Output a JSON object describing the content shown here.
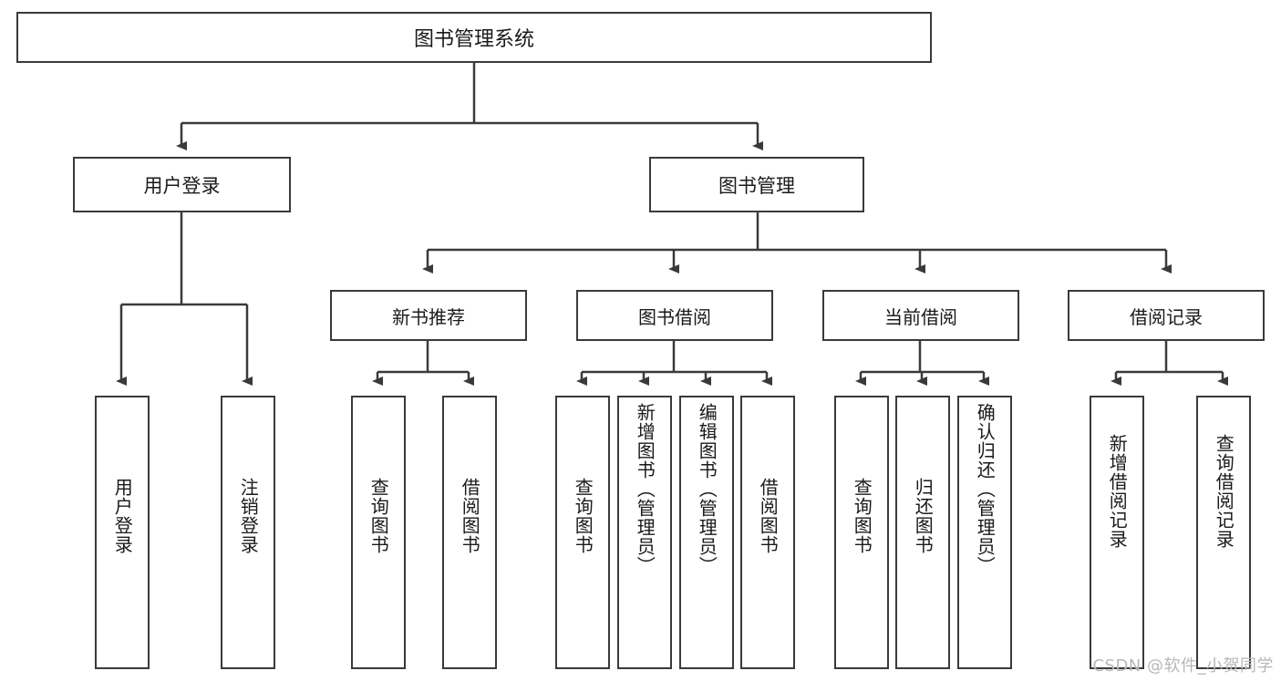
{
  "diagram": {
    "title": "图书管理系统",
    "watermark": "CSDN @软件_小贺同学",
    "root": {
      "label": "图书管理系统"
    },
    "level2": [
      {
        "label": "用户登录"
      },
      {
        "label": "图书管理"
      }
    ],
    "level3": [
      {
        "label": "新书推荐"
      },
      {
        "label": "图书借阅"
      },
      {
        "label": "当前借阅"
      },
      {
        "label": "借阅记录"
      }
    ],
    "leaves": {
      "user_login": [
        {
          "label": "用户登录"
        },
        {
          "label": "注销登录"
        }
      ],
      "new_book": [
        {
          "label": "查询图书"
        },
        {
          "label": "借阅图书"
        }
      ],
      "book_borrow": [
        {
          "label": "查询图书"
        },
        {
          "label": "新增图书（管理员）"
        },
        {
          "label": "编辑图书（管理员）"
        },
        {
          "label": "借阅图书"
        }
      ],
      "current_borrow": [
        {
          "label": "查询图书"
        },
        {
          "label": "归还图书"
        },
        {
          "label": "确认归还（管理员）"
        }
      ],
      "borrow_record": [
        {
          "label": "新增借阅记录"
        },
        {
          "label": "查询借阅记录"
        }
      ]
    },
    "colors": {
      "stroke": "#3a3a3a",
      "text": "#1a1a1a",
      "background": "#ffffff",
      "watermark": "#b8b8b8"
    }
  }
}
